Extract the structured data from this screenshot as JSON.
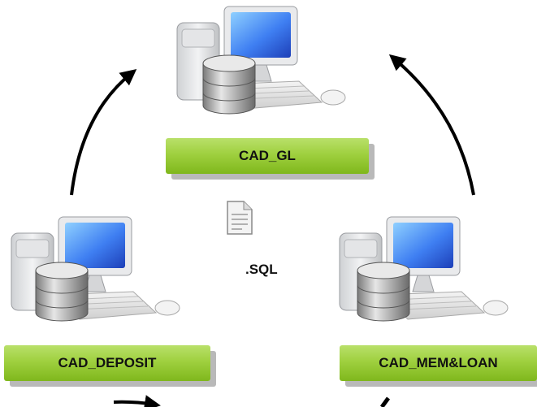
{
  "nodes": {
    "gl": {
      "label": "CAD_GL"
    },
    "deposit": {
      "label": "CAD_DEPOSIT"
    },
    "memloan": {
      "label": "CAD_MEM&LOAN"
    }
  },
  "file": {
    "label": ".SQL",
    "icon": "document-icon"
  },
  "icons": {
    "computer": "computer-icon",
    "database": "database-icon"
  },
  "colors": {
    "label_fill": "#9fd03f",
    "shadow": "#b9b9b9",
    "monitor_screen": "#3f7ff2",
    "arrow": "#000000"
  }
}
